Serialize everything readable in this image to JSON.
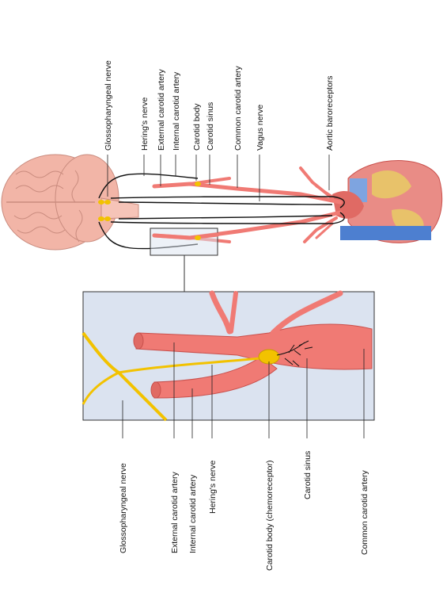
{
  "colors": {
    "artery": "#f07a74",
    "artery_dark": "#c9504c",
    "nerve": "#f2c200",
    "nerve_outline": "#c79b00",
    "brain": "#f2b5a7",
    "brain_line": "#c98b7e",
    "heart": "#e98c86",
    "heart_fat": "#e8c26a",
    "vein_blue": "#4d7fd0",
    "inset_bg": "#dbe3f0",
    "leader": "#222222"
  },
  "top_labels": {
    "glossopharyngeal": "Glossopharyngeal nerve",
    "herings": "Hering's nerve",
    "external_carotid": "External carotid artery",
    "internal_carotid": "Internal carotid artery",
    "carotid_body": "Carotid body",
    "carotid_sinus": "Carotid sinus",
    "common_carotid": "Common carotid artery",
    "vagus": "Vagus nerve",
    "aortic_baroreceptors": "Aortic baroreceptors"
  },
  "bottom_labels": {
    "glossopharyngeal": "Glossopharyngeal nerve",
    "external_carotid": "External carotid artery",
    "internal_carotid": "Internal carotid artery",
    "herings": "Hering's nerve",
    "carotid_body": "Carotid body (chemoreceptor)",
    "carotid_sinus": "Carotid sinus",
    "common_carotid": "Common carotid artery"
  }
}
